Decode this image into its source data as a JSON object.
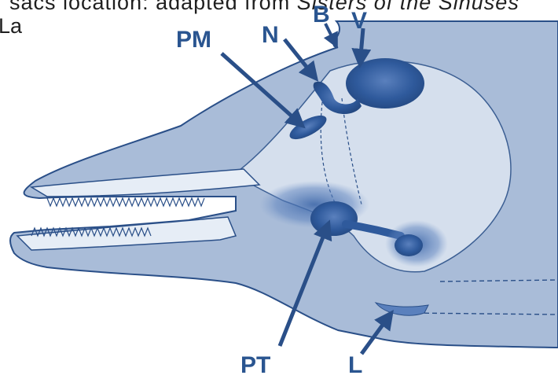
{
  "caption": {
    "line1_plain": "sacs location: adapted from ",
    "line1_italic": "Sisters of the Sinuses",
    "line2": "La"
  },
  "labels": {
    "pm": "PM",
    "n": "N",
    "b": "B",
    "v": "V",
    "pt": "PT",
    "l": "L"
  },
  "colors": {
    "head_fill": "#a9bcd8",
    "outline": "#2a4f88",
    "bone_light": "#dde6f1",
    "sac_dark": "#2f5a9c",
    "label": "#2a5590"
  }
}
